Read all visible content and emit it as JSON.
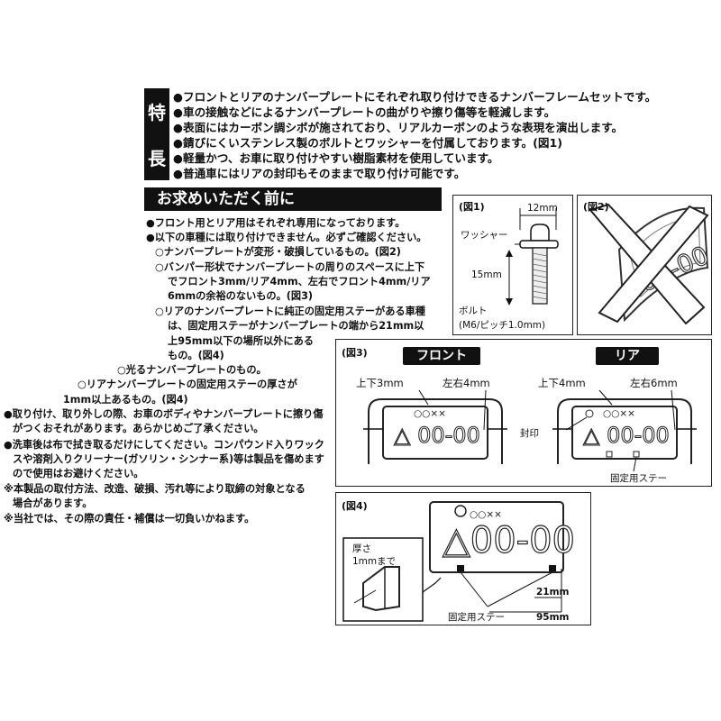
{
  "features": {
    "label_top": "特",
    "label_bottom": "長",
    "items": [
      "●フロントとリアのナンバープレートにそれぞれ取り付けできるナンバーフレームセットです。",
      "●車の接触などによるナンバープレートの曲がりや擦り傷等を軽減します。",
      "●表面にはカーボン調シボが施されており、リアルカーボンのような表現を演出します。",
      "●錆びにくいステンレス製のボルトとワッシャーを付属しております。(図1)",
      "●軽量かつ、お車に取り付けやすい樹脂素材を使用しています。",
      "●普通車にはリアの封印もそのままで取り付け可能です。"
    ]
  },
  "notice": {
    "title": "お求めいただく前に",
    "lines": [
      "●フロント用とリア用はそれぞれ専用になっております。",
      "●以下の車種には取り付けできません。必ずご確認ください。",
      "○ナンバープレートが変形・破損しているもの。(図2)",
      "○バンパー形状でナンバープレートの周りのスペースに上下",
      "でフロント3mm/リア4mm、左右でフロント4mm/リア",
      "6mmの余裕のないもの。(図3)",
      "○リアのナンバープレートに純正の固定用ステーがある車種",
      "は、固定用ステーがナンバープレートの端から21mm以",
      "上95mm以下の場所以外にある",
      "もの。(図4)",
      "○光るナンバープレートのもの。",
      "○リアナンバープレートの固定用ステーの厚さが",
      "1mm以上あるもの。(図4)",
      "●取り付け、取り外しの際、お車のボディやナンバープレートに擦り傷",
      "がつくおそれがあります。あらかじめご了承ください。",
      "●洗車後は布で拭き取るだけにしてください。コンパウンド入りワック",
      "スや溶剤入りクリーナー(ガソリン・シンナー系)等は製品を傷めます",
      "ので使用はお避けください。",
      "※本製品の取付方法、改造、破損、汚れ等により取締の対象となる",
      "場合があります。",
      "※当社では、その際の責任・補償は一切負いかねます。"
    ]
  },
  "fig1": {
    "label": "(図1)",
    "dim_top": "12mm",
    "washer": "ワッシャー",
    "dim_side": "15mm",
    "bolt": "ボルト",
    "bolt_spec": "(M6/ピッチ1.0mm)"
  },
  "fig2": {
    "label": "(図2)"
  },
  "fig3": {
    "label": "(図3)",
    "front_tag": "フロント",
    "rear_tag": "リア",
    "front_tb": "上下3mm",
    "front_lr": "左右4mm",
    "rear_tb": "上下4mm",
    "rear_lr": "左右6mm",
    "seal": "封印",
    "stay": "固定用ステー",
    "plate_top": "○○××",
    "plate_main": "△ 00-00"
  },
  "fig4": {
    "label": "(図4)",
    "thickness_l1": "厚さ",
    "thickness_l2": "1mmまで",
    "dim_21": "21mm",
    "dim_95": "95mm",
    "stay": "固定用ステー",
    "plate_top": "○○××",
    "plate_main": "△00-00"
  }
}
